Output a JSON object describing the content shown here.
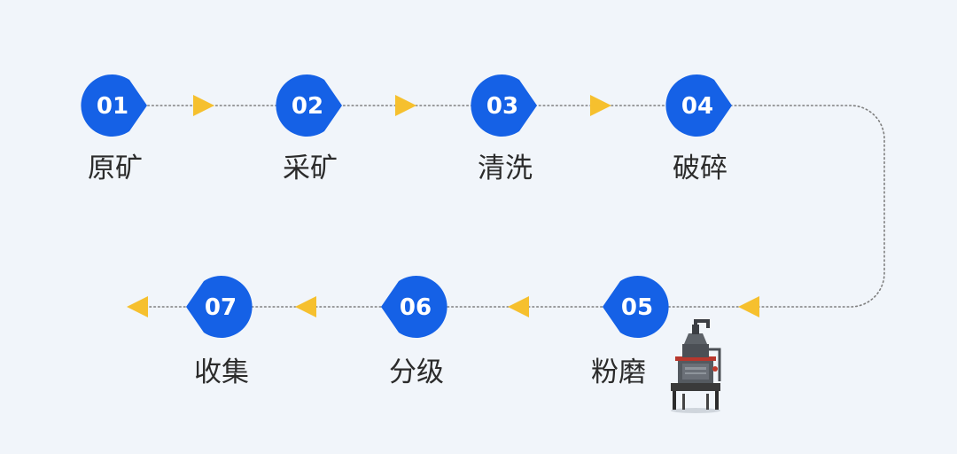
{
  "steps": [
    {
      "num": "01",
      "label": "原矿"
    },
    {
      "num": "02",
      "label": "采矿"
    },
    {
      "num": "03",
      "label": "清洗"
    },
    {
      "num": "04",
      "label": "破碎"
    },
    {
      "num": "05",
      "label": "粉磨"
    },
    {
      "num": "06",
      "label": "分级"
    },
    {
      "num": "07",
      "label": "收集"
    }
  ],
  "colors": {
    "node": "#1561e6",
    "arrow": "#f6c02e",
    "label": "#2b2b2b",
    "connector": "#7f7f7f",
    "background": "#f1f5fa"
  },
  "icons": {
    "machine": "grinding-mill-machine-icon"
  }
}
